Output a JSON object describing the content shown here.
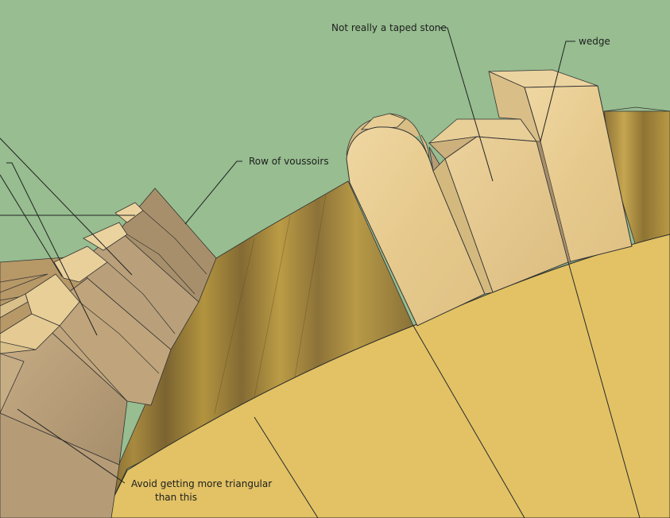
{
  "annotations": {
    "not_tapered": "Not really a taped stone",
    "wedge": "wedge",
    "row_of_voussoirs": "Row of voussoirs",
    "avoid_triangular_line1": "Avoid getting more triangular",
    "avoid_triangular_line2": "than this"
  },
  "colors": {
    "sky": "#97bd90",
    "base_timber": "#e2c265",
    "stone": "#e9cd94",
    "stone_shadow": "#b9a281",
    "slope": "#9a8052",
    "leader_line": "#222222"
  }
}
